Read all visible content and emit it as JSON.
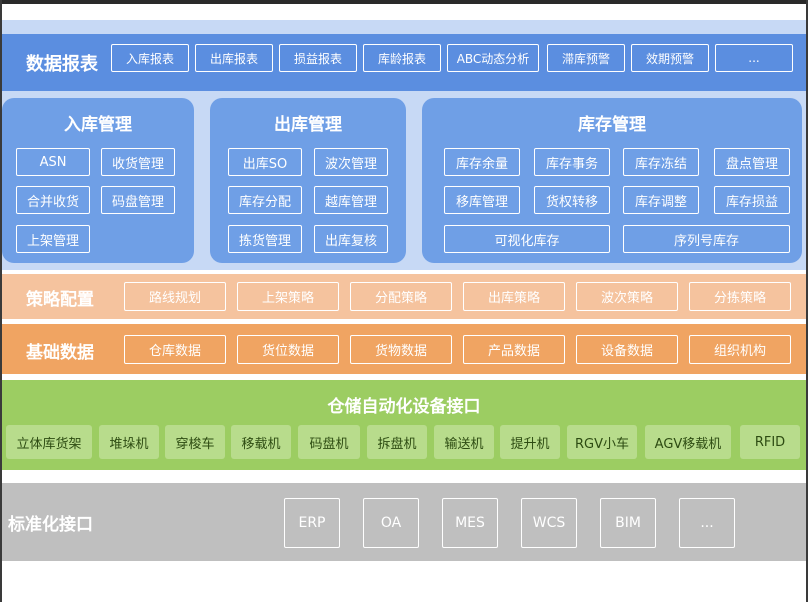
{
  "reports": {
    "title": "数据报表",
    "items": [
      "入库报表",
      "出库报表",
      "损益报表",
      "库龄报表",
      "ABC动态分析",
      "滞库预警",
      "效期预警",
      "..."
    ]
  },
  "inbound": {
    "title": "入库管理",
    "items": [
      "ASN",
      "收货管理",
      "合并收货",
      "码盘管理",
      "上架管理"
    ]
  },
  "outbound": {
    "title": "出库管理",
    "items": [
      "出库SO",
      "波次管理",
      "库存分配",
      "越库管理",
      "拣货管理",
      "出库复核"
    ]
  },
  "inventory": {
    "title": "库存管理",
    "items": [
      "库存余量",
      "库存事务",
      "库存冻结",
      "盘点管理",
      "移库管理",
      "货权转移",
      "库存调整",
      "库存损益"
    ],
    "wide_items": [
      "可视化库存",
      "序列号库存"
    ]
  },
  "strategy": {
    "title": "策略配置",
    "items": [
      "路线规划",
      "上架策略",
      "分配策略",
      "出库策略",
      "波次策略",
      "分拣策略"
    ]
  },
  "base_data": {
    "title": "基础数据",
    "items": [
      "仓库数据",
      "货位数据",
      "货物数据",
      "产品数据",
      "设备数据",
      "组织机构"
    ]
  },
  "automation": {
    "title": "仓储自动化设备接口",
    "items": [
      "立体库货架",
      "堆垛机",
      "穿梭车",
      "移载机",
      "码盘机",
      "拆盘机",
      "输送机",
      "提升机",
      "RGV小车",
      "AGV移载机",
      "RFID"
    ]
  },
  "standard": {
    "title": "标准化接口",
    "items": [
      "ERP",
      "OA",
      "MES",
      "WCS",
      "BIM",
      "..."
    ]
  },
  "colors": {
    "reports_band": "#5b8ee0",
    "panel": "#6f9fe6",
    "strategy_band": "#f5c39e",
    "base_band": "#f0a462",
    "automation_band": "#9ccd62",
    "standard_band": "#bfbfbf"
  }
}
